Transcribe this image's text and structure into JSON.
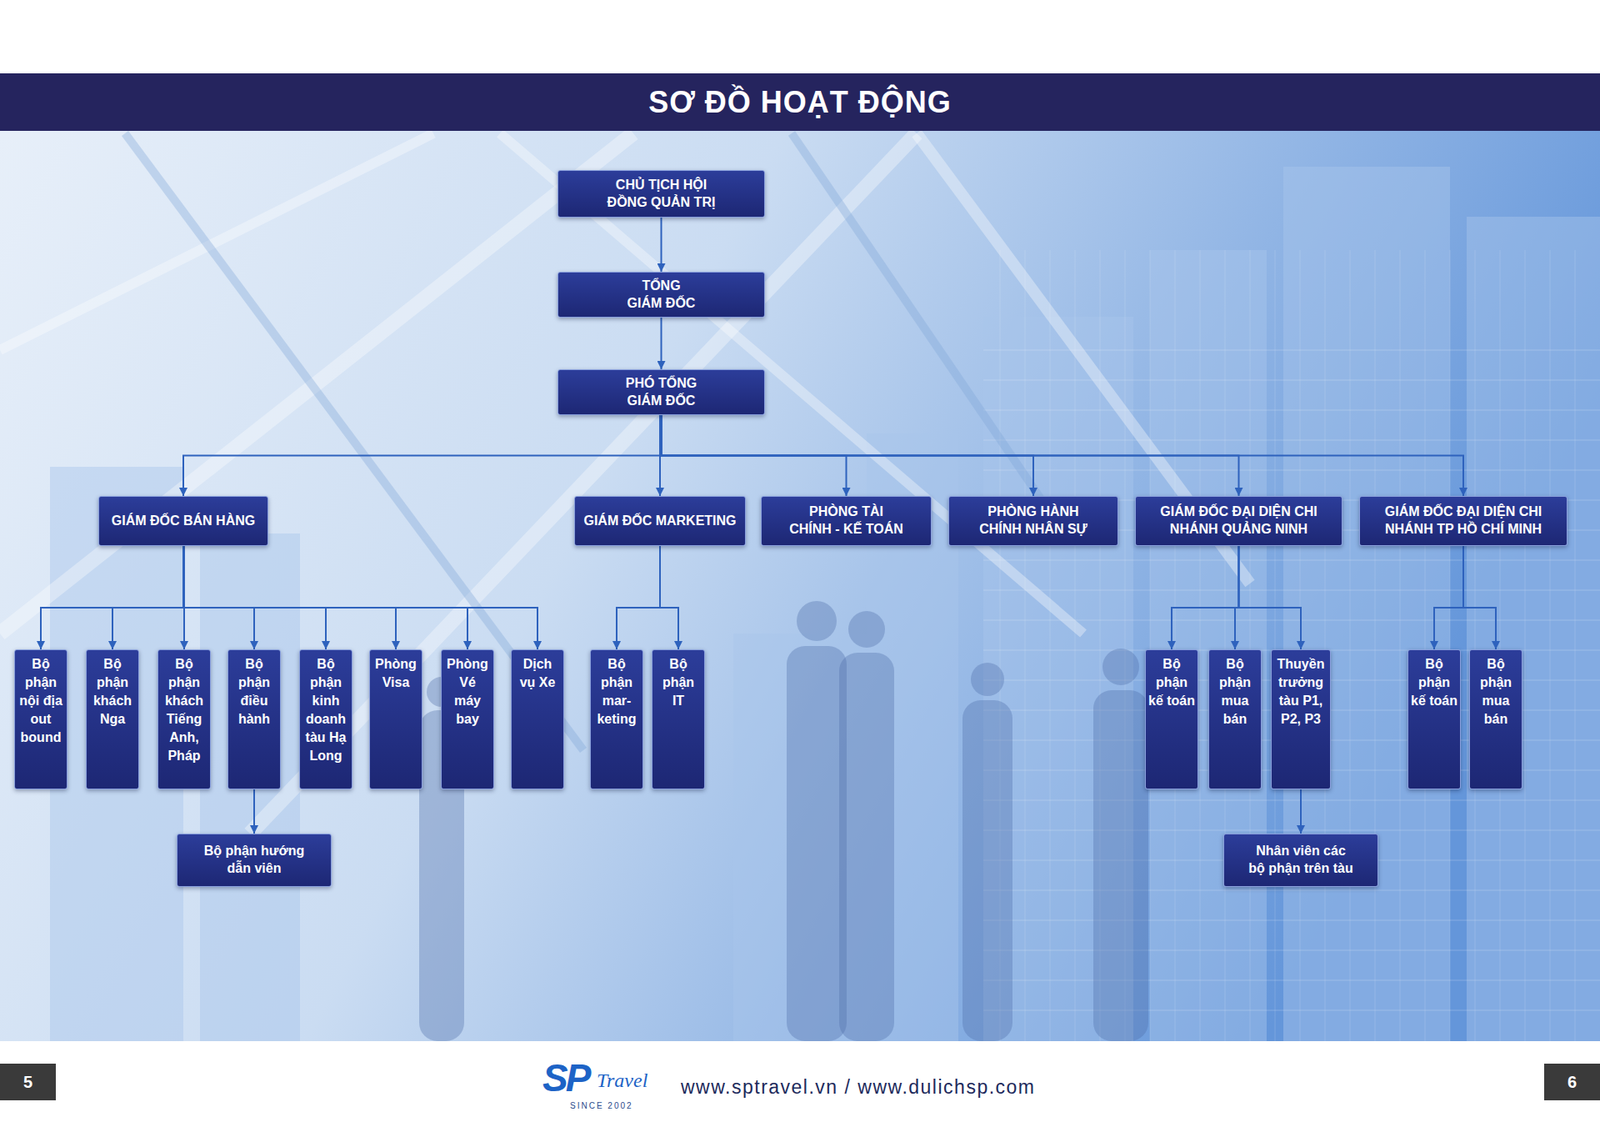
{
  "diagram": {
    "title": "SƠ ĐỒ HOẠT ĐỘNG",
    "nodes": [
      {
        "text": [
          "CHỦ TỊCH HỘI ĐỒNG QUẢN TRỊ"
        ]
      },
      {
        "text": [
          "TỔNG GIÁM ĐỐC"
        ]
      },
      {
        "text": [
          "PHÓ TỔNG GIÁM ĐỐC"
        ]
      },
      {
        "text": [
          "GIÁM ĐỐC BÁN HÀNG"
        ]
      },
      {
        "text": [
          "GIÁM ĐỐC MARKETING"
        ]
      },
      {
        "text": [
          "PHÒNG TÀI CHÍNH - KẾ TOÁN"
        ]
      },
      {
        "text": [
          "PHÒNG HÀNH CHÍNH NHÂN SỰ"
        ]
      },
      {
        "text": [
          "GIÁM ĐỐC ĐẠI DIỆN CHI NHÁNH QUẢNG NINH"
        ]
      },
      {
        "text": [
          "GIÁM ĐỐC ĐẠI DIỆN CHI NHÁNH TP HỒ CHÍ MINH"
        ]
      },
      {
        "text": [
          "Bộ phận nội địa out bound"
        ]
      },
      {
        "text": [
          "Bộ phận khách Nga"
        ]
      },
      {
        "text": [
          "Bộ phận khách Tiếng Anh, Pháp"
        ]
      },
      {
        "text": [
          "Bộ phận điều hành"
        ]
      },
      {
        "text": [
          "Bộ phận kinh doanh tàu Hạ Long"
        ]
      },
      {
        "text": [
          "Phòng Visa"
        ]
      },
      {
        "text": [
          "Phòng Vé máy bay"
        ]
      },
      {
        "text": [
          "Dịch vụ Xe"
        ]
      },
      {
        "text": [
          "Bộ phận mar-keting"
        ]
      },
      {
        "text": [
          "Bộ phận IT"
        ]
      },
      {
        "text": [
          "Bộ phận kế toán"
        ]
      },
      {
        "text": [
          "Bộ phận mua bán"
        ]
      },
      {
        "text": [
          "Thuyền trưởng tàu P1, P2, P3"
        ]
      },
      {
        "text": [
          "Bộ phận kế toán"
        ]
      },
      {
        "text": [
          "Bộ phận mua bán"
        ]
      },
      {
        "text": [
          "Bộ phận hướng dẫn viên"
        ]
      },
      {
        "text": [
          "Nhân viên các bộ phận trên tàu"
        ]
      }
    ],
    "edges": [
      {
        "from": 0,
        "to": 1,
        "arrow": "to"
      },
      {
        "from": 1,
        "to": 2,
        "arrow": "to"
      },
      {
        "from": 2,
        "to": 3,
        "arrow": "to"
      },
      {
        "from": 2,
        "to": 4,
        "arrow": "to"
      },
      {
        "from": 2,
        "to": 5,
        "arrow": "to"
      },
      {
        "from": 2,
        "to": 6,
        "arrow": "to"
      },
      {
        "from": 2,
        "to": 7,
        "arrow": "to"
      },
      {
        "from": 2,
        "to": 8,
        "arrow": "to"
      },
      {
        "from": 3,
        "to": 9,
        "arrow": "to"
      },
      {
        "from": 3,
        "to": 10,
        "arrow": "to"
      },
      {
        "from": 3,
        "to": 11,
        "arrow": "to"
      },
      {
        "from": 3,
        "to": 12,
        "arrow": "to"
      },
      {
        "from": 3,
        "to": 13,
        "arrow": "to"
      },
      {
        "from": 3,
        "to": 14,
        "arrow": "to"
      },
      {
        "from": 3,
        "to": 15,
        "arrow": "to"
      },
      {
        "from": 3,
        "to": 16,
        "arrow": "to"
      },
      {
        "from": 4,
        "to": 17,
        "arrow": "to"
      },
      {
        "from": 4,
        "to": 18,
        "arrow": "to"
      },
      {
        "from": 7,
        "to": 19,
        "arrow": "to"
      },
      {
        "from": 7,
        "to": 20,
        "arrow": "to"
      },
      {
        "from": 7,
        "to": 21,
        "arrow": "to"
      },
      {
        "from": 8,
        "to": 22,
        "arrow": "to"
      },
      {
        "from": 8,
        "to": 23,
        "arrow": "to"
      },
      {
        "from": 12,
        "to": 24,
        "arrow": "to"
      },
      {
        "from": 21,
        "to": 25,
        "arrow": "to"
      }
    ],
    "labels": [
      "5",
      "SP",
      "Travel",
      "SINCE 2002",
      "www.sptravel.vn / www.dulichsp.com",
      "6"
    ]
  }
}
